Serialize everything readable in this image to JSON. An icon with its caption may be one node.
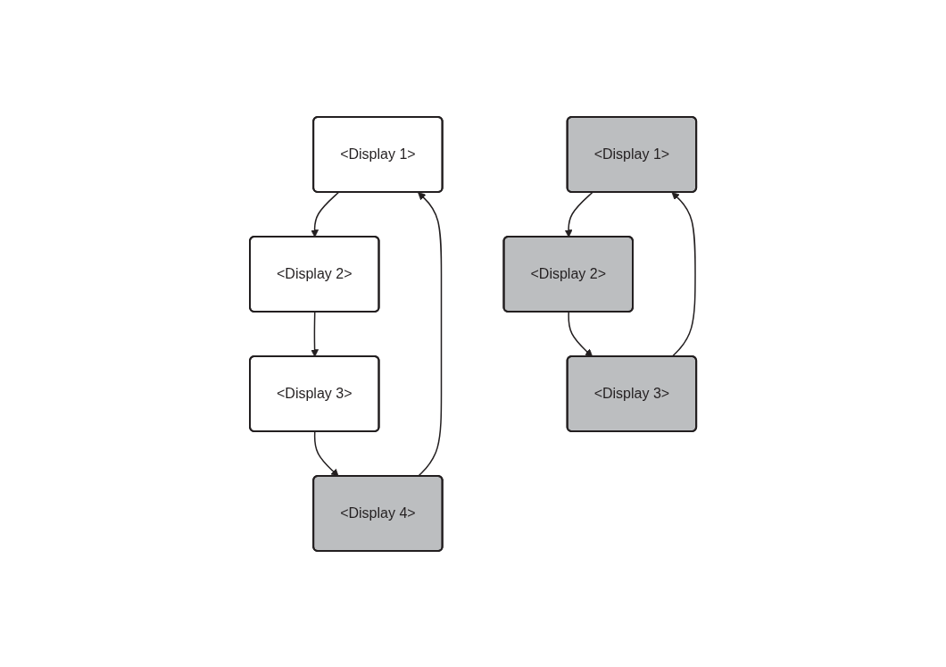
{
  "diagram": {
    "nodes": [
      {
        "text": [
          "<Display 1>"
        ]
      },
      {
        "text": [
          "<Display 2>"
        ]
      },
      {
        "text": [
          "<Display 3>"
        ]
      },
      {
        "text": [
          "<Display 4>"
        ]
      },
      {
        "text": [
          "<Display 1>"
        ]
      },
      {
        "text": [
          "<Display 2>"
        ]
      },
      {
        "text": [
          "<Display 3>"
        ]
      }
    ],
    "edges": [
      {
        "from": 0,
        "to": 1,
        "arrow": "to"
      },
      {
        "from": 1,
        "to": 2,
        "arrow": "to"
      },
      {
        "from": 2,
        "to": 3,
        "arrow": "to"
      },
      {
        "from": 3,
        "to": 0,
        "arrow": "to"
      },
      {
        "from": 4,
        "to": 5,
        "arrow": "to"
      },
      {
        "from": 5,
        "to": 6,
        "arrow": "to"
      },
      {
        "from": 6,
        "to": 4,
        "arrow": "to"
      }
    ]
  }
}
